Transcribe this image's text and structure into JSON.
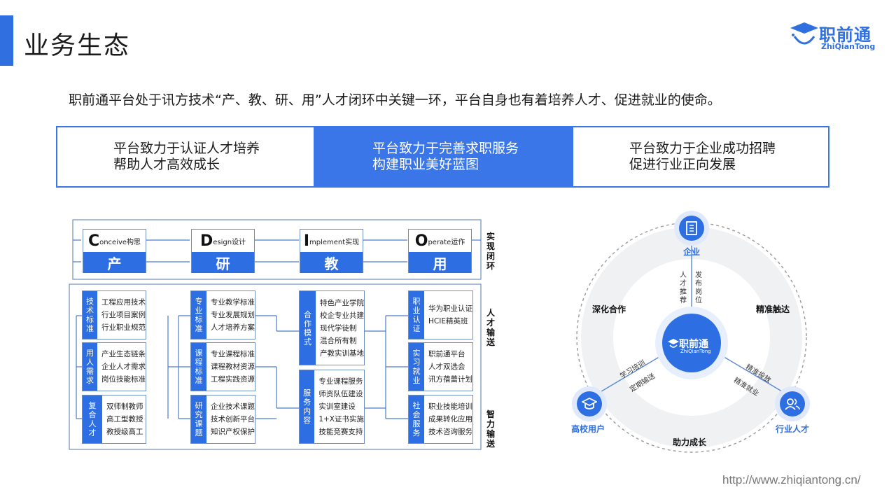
{
  "header": {
    "title": "业务生态",
    "logo_cn": "职前通",
    "logo_en": "ZhiQianTong"
  },
  "intro": "职前通平台处于讯方技术“产、教、研、用”人才闭环中关键一环，平台自身也有着培养人才、促进就业的使命。",
  "pills": [
    {
      "line1": "平台致力于认证人才培养",
      "line2": "帮助人才高效成长"
    },
    {
      "line1": "平台致力于完善求职服务",
      "line2": "构建职业美好蓝图"
    },
    {
      "line1": "平台致力于企业成功招聘",
      "line2": "促进行业正向发展"
    }
  ],
  "cdio": [
    {
      "letter": "C",
      "rest": "onceive构思",
      "cn": "产"
    },
    {
      "letter": "D",
      "rest": "esign设计",
      "cn": "研"
    },
    {
      "letter": "I",
      "rest": "mplement实现",
      "cn": "教"
    },
    {
      "letter": "O",
      "rest": "perate运作",
      "cn": "用"
    }
  ],
  "side_labels": {
    "loop": "实现闭环",
    "talent": "人才输送",
    "smart": "智力输送"
  },
  "groups": {
    "col1": [
      {
        "tag": "技术标准",
        "items": [
          "工程应用技术",
          "行业项目案例",
          "行业职业规范"
        ]
      },
      {
        "tag": "用人需求",
        "items": [
          "产业生态链条",
          "企业人才需求",
          "岗位技能标准"
        ]
      },
      {
        "tag": "复合人才",
        "items": [
          "双师制教师",
          "高工型教授",
          "教授级高工"
        ]
      }
    ],
    "col2": [
      {
        "tag": "专业标准",
        "items": [
          "专业教学标准",
          "专业发展规划",
          "人才培养方案"
        ]
      },
      {
        "tag": "课程标准",
        "items": [
          "专业课程标准",
          "课程教材资源",
          "工程实践资源"
        ]
      },
      {
        "tag": "研究课题",
        "items": [
          "企业技术课题",
          "技术创新平台",
          "知识产权保护"
        ]
      }
    ],
    "col3": [
      {
        "tag": "合作模式",
        "items": [
          "特色产业学院",
          "校企专业共建",
          "现代学徒制",
          "混合所有制",
          "产教实训基地"
        ]
      },
      {
        "tag": "服务内容",
        "items": [
          "专业课程服务",
          "师资队伍建设",
          "实训室建设",
          "1+X证书实施",
          "技能竞赛支持"
        ]
      }
    ],
    "col4": [
      {
        "tag": "职业认证",
        "items": [
          "华为职业认证",
          "HCIE精英班"
        ]
      },
      {
        "tag": "实习就业",
        "items": [
          "职前通平台",
          "人才双选会",
          "讯方蓓蕾计划"
        ]
      },
      {
        "tag": "社会服务",
        "items": [
          "职业技能培训",
          "成果转化应用",
          "技术咨询服务"
        ]
      }
    ]
  },
  "ecosystem": {
    "center_cn": "职前通",
    "center_en": "ZhiQianTong",
    "nodes": {
      "enterprise": "企业",
      "school": "高校用户",
      "talent": "行业人才"
    },
    "arcs": {
      "left": "深化合作",
      "right": "精准触达",
      "bottom": "助力成长"
    },
    "spokes": {
      "talent_recommend": "人才推荐",
      "job_post": "发布岗位",
      "study_train": "学习培训",
      "scheduled_delivery": "定期输送",
      "precise_delivery": "精准投放",
      "precise_job": "精准就业"
    }
  },
  "footer": {
    "url": "http://www.zhiqiantong.cn/"
  },
  "colors": {
    "primary": "#2f6fe0",
    "frame": "#6f8fbf"
  }
}
